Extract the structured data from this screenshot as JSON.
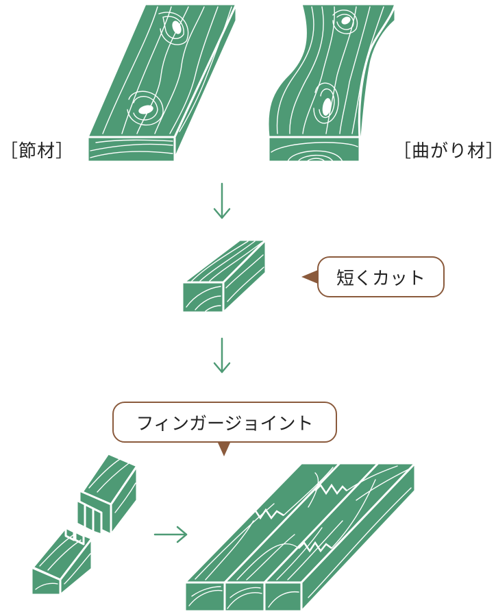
{
  "labels": {
    "knot_wood": "［節材］",
    "curved_wood": "［曲がり材］"
  },
  "bubbles": {
    "short_cut": "短くカット",
    "finger_joint": "フィンガージョイント"
  },
  "colors": {
    "wood_green": "#4e9a75",
    "bubble_border": "#8a5a3c",
    "grain_line": "#ffffff"
  },
  "icons": [
    "down-arrow-icon",
    "right-arrow-icon",
    "bubble-pointer-icon"
  ]
}
